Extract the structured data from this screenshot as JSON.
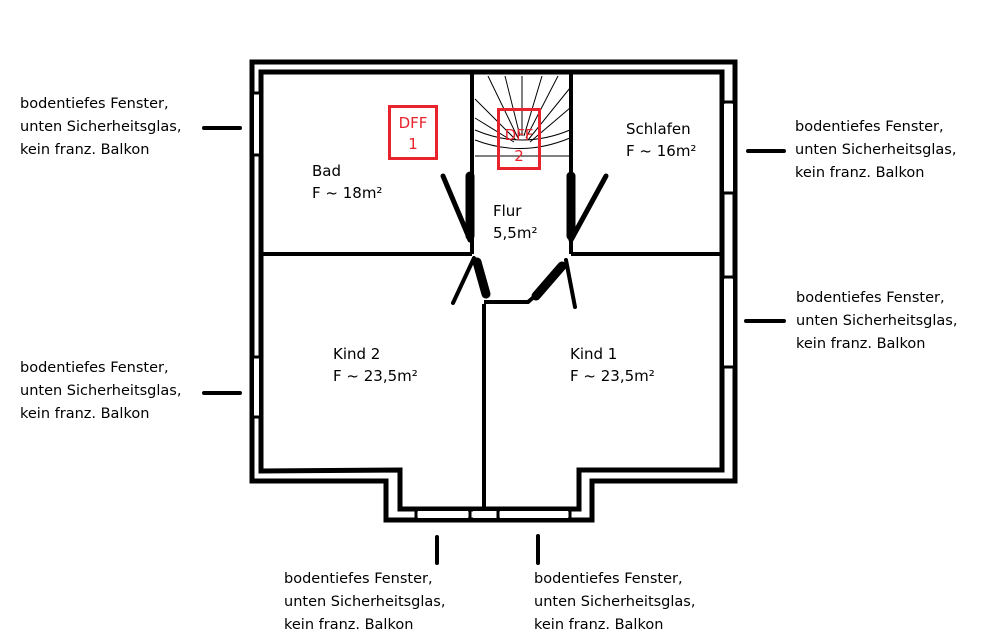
{
  "plan": {
    "wall_color": "#000000",
    "marker_color": "#e8232b",
    "rooms": [
      {
        "id": "bad",
        "name": "Bad",
        "area": "F ~ 18m²"
      },
      {
        "id": "flur",
        "name": "Flur",
        "area": "5,5m²"
      },
      {
        "id": "schlafen",
        "name": "Schlafen",
        "area": "F ~ 16m²"
      },
      {
        "id": "kind2",
        "name": "Kind 2",
        "area": "F ~ 23,5m²"
      },
      {
        "id": "kind1",
        "name": "Kind 1",
        "area": "F ~ 23,5m²"
      }
    ],
    "skylights": [
      {
        "id": "dff1",
        "line1": "DFF",
        "line2": "1"
      },
      {
        "id": "dff2",
        "line1": "DFF",
        "line2": "2"
      }
    ],
    "window_notes": [
      {
        "id": "left-top",
        "text": "bodentiefes Fenster,\nunten Sicherheitsglas,\nkein franz. Balkon"
      },
      {
        "id": "left-bottom",
        "text": "bodentiefes Fenster,\nunten Sicherheitsglas,\nkein franz. Balkon"
      },
      {
        "id": "right-top",
        "text": "bodentiefes Fenster,\nunten Sicherheitsglas,\nkein franz. Balkon"
      },
      {
        "id": "right-bottom",
        "text": "bodentiefes Fenster,\nunten Sicherheitsglas,\nkein franz. Balkon"
      },
      {
        "id": "bottom-left",
        "text": "bodentiefes Fenster,\nunten Sicherheitsglas,\nkein franz. Balkon"
      },
      {
        "id": "bottom-right",
        "text": "bodentiefes Fenster,\nunten Sicherheitsglas,\nkein franz. Balkon"
      }
    ]
  }
}
